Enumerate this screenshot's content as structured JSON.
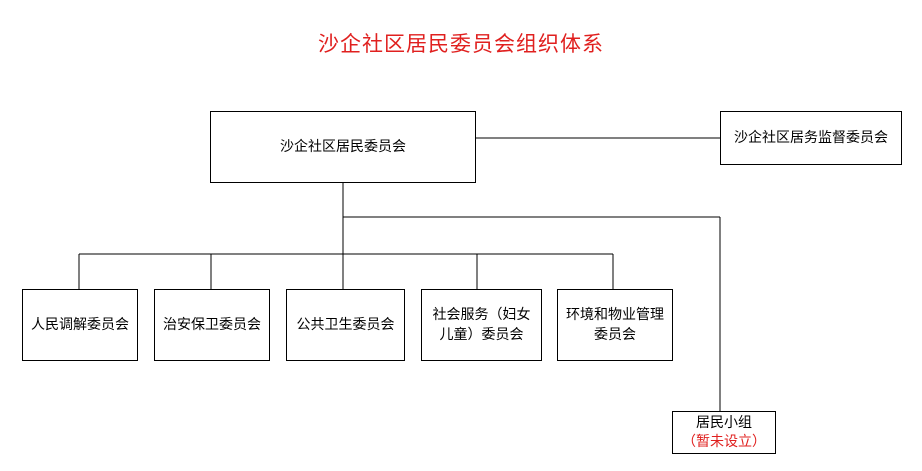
{
  "title": "沙企社区居民委员会组织体系",
  "colors": {
    "title": "#e0201f",
    "note": "#e0201f",
    "line": "#000000"
  },
  "nodes": {
    "main": "沙企社区居民委员会",
    "supervision": "沙企社区居务监督委员会",
    "mediation": "人民调解委员会",
    "security": "治安保卫委员会",
    "health": "公共卫生委员会",
    "social": "社会服务（妇女儿童）委员会",
    "environment": "环境和物业管理委员会",
    "resident_group": "居民小组",
    "resident_group_note": "（暂未设立）"
  }
}
